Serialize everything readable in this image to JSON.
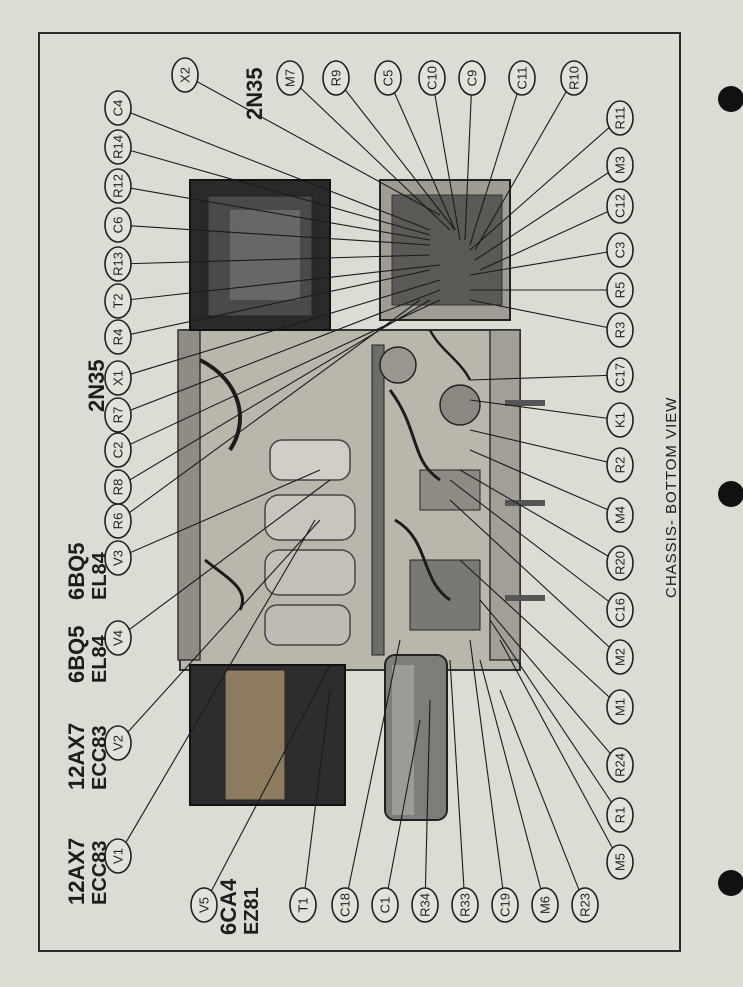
{
  "caption": "CHASSIS- BOTTOM VIEW",
  "tube_labels": [
    {
      "id": "v1",
      "line1": "12AX7",
      "line2": "ECC83"
    },
    {
      "id": "v2",
      "line1": "12AX7",
      "line2": "ECC83"
    },
    {
      "id": "v4",
      "line1": "6BQ5",
      "line2": "EL84"
    },
    {
      "id": "v3",
      "line1": "6BQ5",
      "line2": "EL84"
    },
    {
      "id": "v5",
      "line1": "6CA4",
      "line2": "EZ81"
    },
    {
      "id": "x1",
      "line1": "2N35",
      "line2": ""
    },
    {
      "id": "x2",
      "line1": "2N35",
      "line2": ""
    }
  ],
  "callouts": {
    "top_row": [
      "V1",
      "V2",
      "V4",
      "V3",
      "R6",
      "R8",
      "C2",
      "R7",
      "X1",
      "R4",
      "T2",
      "R13",
      "C6",
      "R12",
      "R14",
      "C4"
    ],
    "top_right": [
      "X2",
      "M7",
      "R9",
      "C5",
      "C10",
      "C9",
      "C11",
      "R10"
    ],
    "right_col": [
      "R11",
      "M3",
      "C12",
      "C3",
      "R5",
      "R3",
      "C17",
      "K1",
      "R2",
      "M4",
      "R20",
      "C16",
      "M2",
      "M1",
      "R24",
      "R1",
      "M5"
    ],
    "bottom_row": [
      "V5",
      "T1",
      "C18",
      "C1",
      "R34",
      "R33",
      "C19",
      "M6",
      "R23"
    ]
  }
}
